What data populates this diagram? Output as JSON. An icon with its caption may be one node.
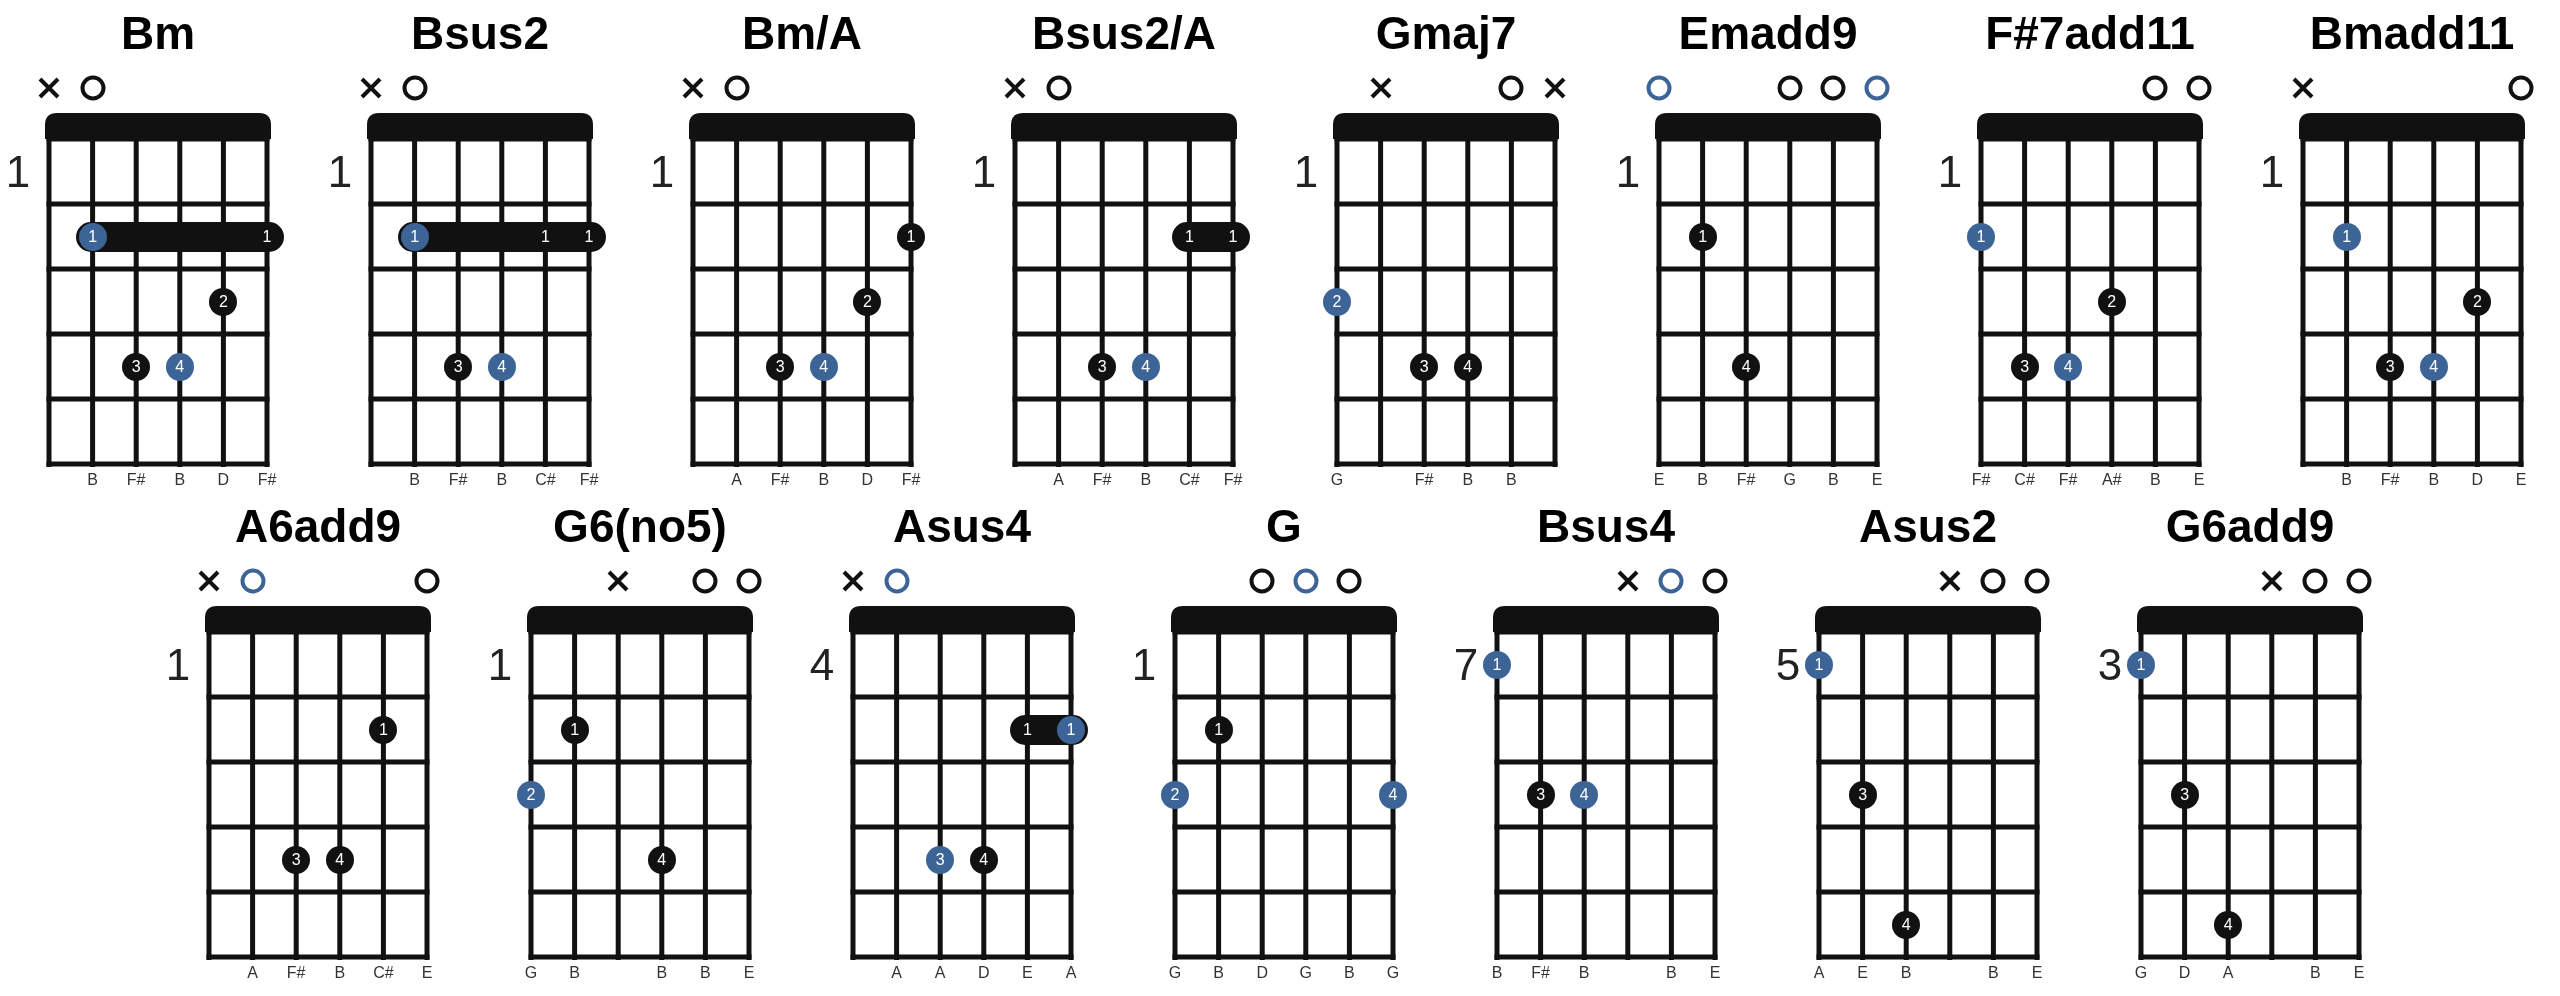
{
  "diagram": {
    "labels": [
      "Bm",
      "1",
      "1",
      "1",
      "2",
      "3",
      "4",
      "B",
      "F#",
      "B",
      "D",
      "F#",
      "Bsus2",
      "1",
      "1",
      "1",
      "1",
      "3",
      "4",
      "B",
      "F#",
      "B",
      "C#",
      "F#",
      "Bm/A",
      "1",
      "1",
      "2",
      "3",
      "4",
      "A",
      "F#",
      "B",
      "D",
      "F#",
      "Bsus2/A",
      "1",
      "1",
      "1",
      "3",
      "4",
      "A",
      "F#",
      "B",
      "C#",
      "F#",
      "Gmaj7",
      "1",
      "2",
      "3",
      "4",
      "G",
      "F#",
      "B",
      "B",
      "Emadd9",
      "1",
      "1",
      "4",
      "E",
      "B",
      "F#",
      "G",
      "B",
      "E",
      "F#7add11",
      "1",
      "1",
      "2",
      "3",
      "4",
      "F#",
      "C#",
      "F#",
      "A#",
      "B",
      "E",
      "Bmadd11",
      "1",
      "1",
      "2",
      "3",
      "4",
      "B",
      "F#",
      "B",
      "D",
      "E",
      "A6add9",
      "1",
      "1",
      "3",
      "4",
      "A",
      "F#",
      "B",
      "C#",
      "E",
      "G6(no5)",
      "1",
      "1",
      "2",
      "4",
      "G",
      "B",
      "B",
      "B",
      "E",
      "Asus4",
      "4",
      "1",
      "1",
      "3",
      "4",
      "A",
      "A",
      "D",
      "E",
      "A",
      "G",
      "1",
      "1",
      "2",
      "4",
      "G",
      "B",
      "D",
      "G",
      "B",
      "G",
      "Bsus4",
      "7",
      "1",
      "3",
      "4",
      "B",
      "F#",
      "B",
      "B",
      "E",
      "Asus2",
      "5",
      "1",
      "3",
      "4",
      "A",
      "E",
      "B",
      "B",
      "E",
      "G6add9",
      "3",
      "1",
      "3",
      "4",
      "G",
      "D",
      "A",
      "B",
      "E"
    ]
  }
}
